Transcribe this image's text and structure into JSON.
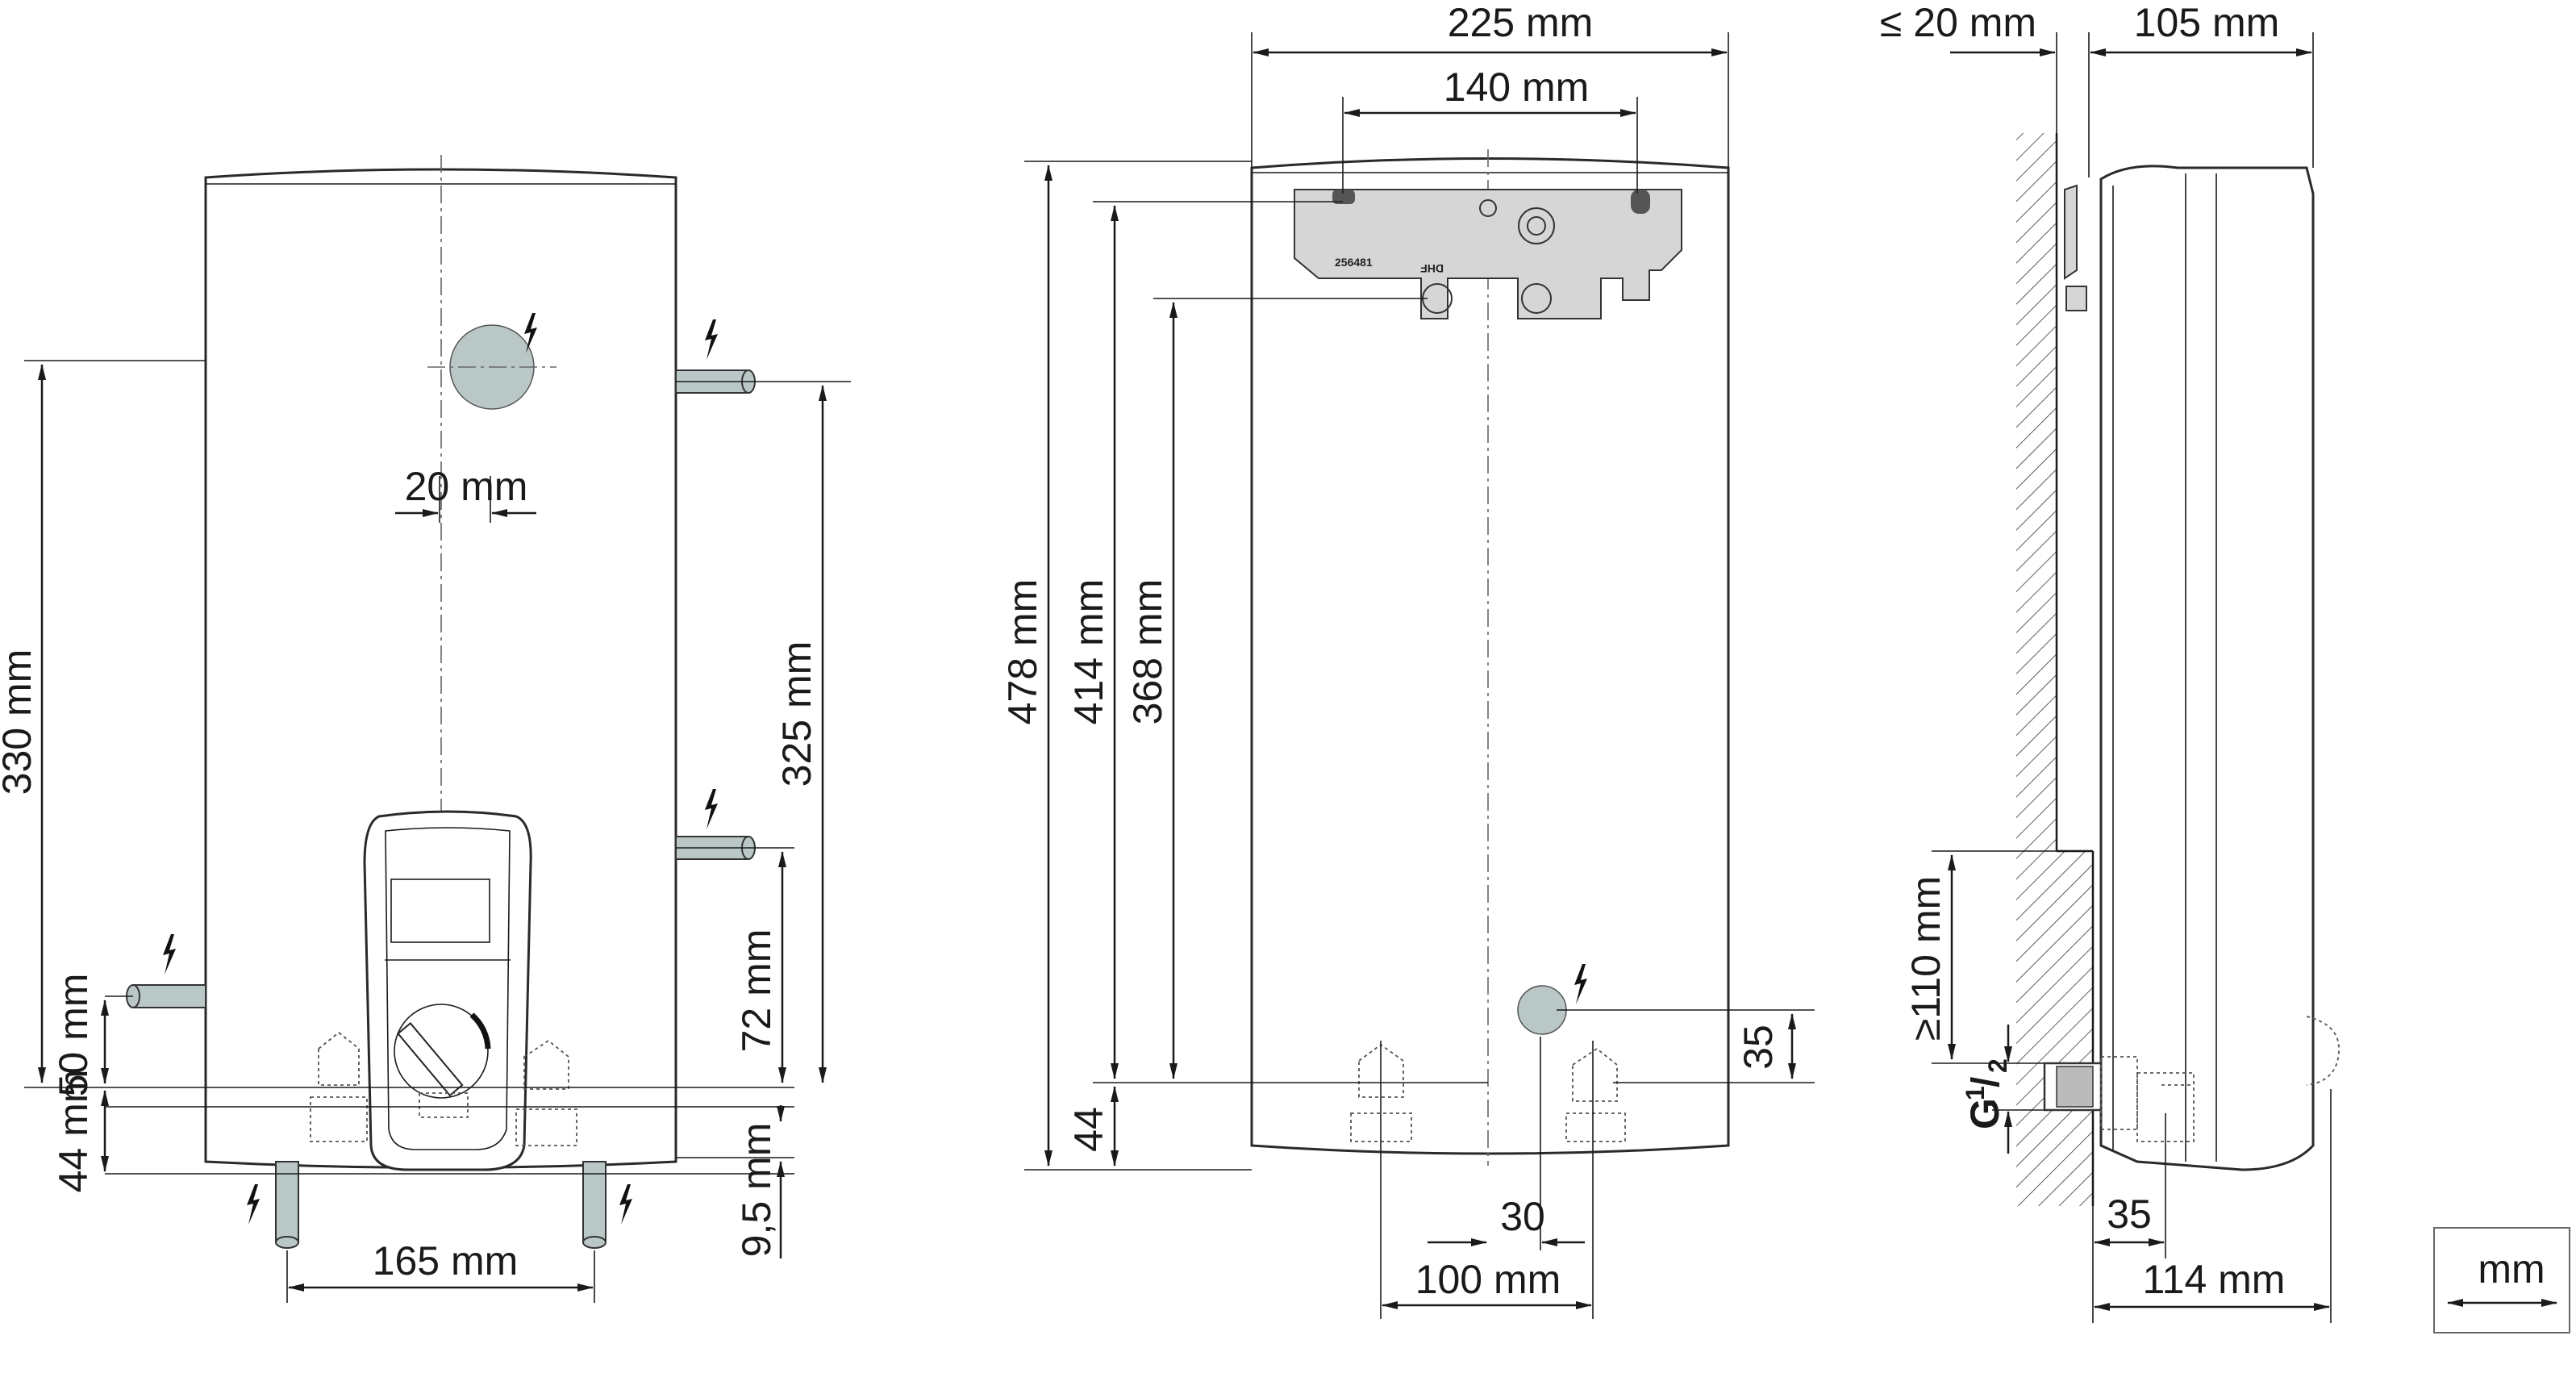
{
  "front_view": {
    "h_330": "330 mm",
    "h_325": "325 mm",
    "d_20": "20 mm",
    "h_72": "72 mm",
    "h_50": "50 mm",
    "h_44": "44 mm",
    "h_9_5": "9,5 mm",
    "w_165": "165 mm"
  },
  "rear_view": {
    "w_225": "225 mm",
    "w_140": "140 mm",
    "h_478": "478 mm",
    "h_414": "414 mm",
    "h_368": "368 mm",
    "h_44": "44",
    "h_35": "35",
    "w_30": "30",
    "w_100": "100 mm",
    "bracket_label_1": "256481",
    "bracket_label_2": "DHF"
  },
  "side_view": {
    "w_20": "≤ 20 mm",
    "w_105": "105 mm",
    "h_110": "≥110 mm",
    "thread_main": "G",
    "thread_num": "1",
    "thread_den": "2",
    "w_35": "35",
    "w_114": "114 mm"
  },
  "legend": {
    "unit": "mm"
  }
}
